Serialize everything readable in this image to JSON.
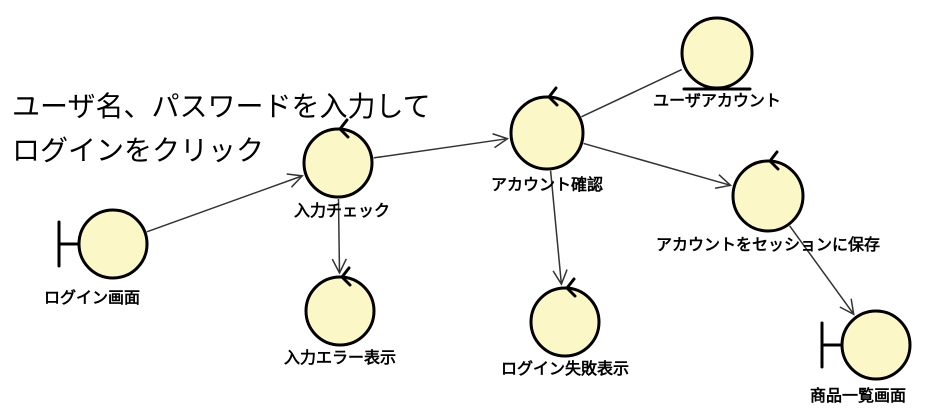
{
  "diagram": {
    "note": {
      "lines": [
        "ユーザ名、パスワードを入力して",
        "ログインをクリック"
      ]
    },
    "nodes": [
      {
        "id": "login-screen",
        "type": "boundary",
        "label": "ログイン画面"
      },
      {
        "id": "input-check",
        "type": "control",
        "label": "入力チェック"
      },
      {
        "id": "input-error",
        "type": "control",
        "label": "入力エラー表示"
      },
      {
        "id": "account-confirm",
        "type": "control",
        "label": "アカウント確認"
      },
      {
        "id": "user-account",
        "type": "entity",
        "label": "ユーザアカウント"
      },
      {
        "id": "login-fail",
        "type": "control",
        "label": "ログイン失敗表示"
      },
      {
        "id": "save-session",
        "type": "control",
        "label": "アカウントをセッションに保存"
      },
      {
        "id": "product-list",
        "type": "boundary",
        "label": "商品一覧画面"
      }
    ],
    "edges": [
      {
        "from": "login-screen",
        "to": "input-check",
        "arrow": true
      },
      {
        "from": "input-check",
        "to": "input-error",
        "arrow": true
      },
      {
        "from": "input-check",
        "to": "account-confirm",
        "arrow": true
      },
      {
        "from": "account-confirm",
        "to": "user-account",
        "arrow": false
      },
      {
        "from": "account-confirm",
        "to": "login-fail",
        "arrow": true
      },
      {
        "from": "account-confirm",
        "to": "save-session",
        "arrow": true
      },
      {
        "from": "save-session",
        "to": "product-list",
        "arrow": true
      }
    ],
    "colors": {
      "node_fill": "#fbf7c6",
      "stroke": "#000000",
      "edge": "#333333",
      "text": "#000000",
      "background": "#ffffff"
    }
  }
}
